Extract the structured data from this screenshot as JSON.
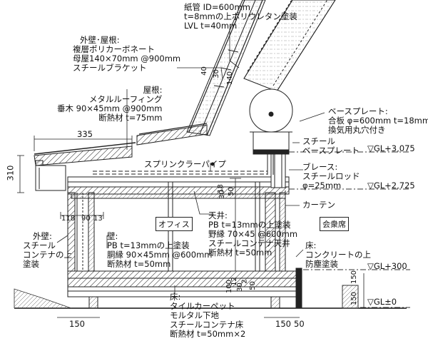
{
  "labels": {
    "pipe": [
      "紙管 ID=600mm",
      "t=8mmの上ポリウレタン塗装",
      "LVL t=40mm"
    ],
    "outer_wall_roof": [
      "外壁･屋根:",
      "複層ポリカーボネート",
      "母屋140×70mm @900mm",
      "スチールブラケット"
    ],
    "roof": [
      "屋根:",
      "メタルルーフィング",
      "垂木 90×45mm @900mm",
      "断熱材 t=75mm"
    ],
    "base_plate": [
      "ベースプレート:",
      "合板 φ=600mm t=18mm",
      "換気用丸穴付き"
    ],
    "steel_base_plate": [
      "スチール",
      "ベースプレート"
    ],
    "sprinkler": "スプリンクラーパイプ",
    "brace": [
      "ブレース:",
      "スチールロッド",
      "φ=25mm"
    ],
    "curtain": "カーテン",
    "ceiling": [
      "天井:",
      "PB t=13mmの上塗装",
      "野縁 70×45 @600mm",
      "スチールコンテナ天井",
      "断熱材 t=50mm"
    ],
    "office": "オフィス",
    "assembly": "会衆席",
    "outer_wall": [
      "外壁:",
      "スチール",
      "コンテナの上",
      "塗装"
    ],
    "wall": [
      "壁:",
      "PB t=13mmの上塗装",
      "胴縁 90×45mm @600mm",
      "断熱材 t=50mm"
    ],
    "floor_right": [
      "床:",
      "コンクリートの上",
      "防塵塗装"
    ],
    "floor": [
      "床:",
      "タイルカーペット",
      "モルタル下地",
      "スチールコンテナ床",
      "断熱材 t=50mm×2"
    ]
  },
  "levels": {
    "gl3075": "▽GL+3,075",
    "gl2725": "▽GL+2,725",
    "gl300": "▽GL+300",
    "gl0": "▽GL±0"
  },
  "dims": {
    "d335": "335",
    "d310": "310",
    "d40": "40",
    "d30": "30",
    "d140": "140",
    "d18": "18",
    "d30b": "30",
    "d50": "50",
    "d118": "118",
    "d90": "90",
    "d13": "13",
    "d150a": "150",
    "d150b": "150",
    "d50b": "50",
    "d150c": "150",
    "d150d": "150",
    "d100": "100",
    "d12": "12",
    "d30c": "30",
    "d2": "2",
    "d50c": "50"
  }
}
